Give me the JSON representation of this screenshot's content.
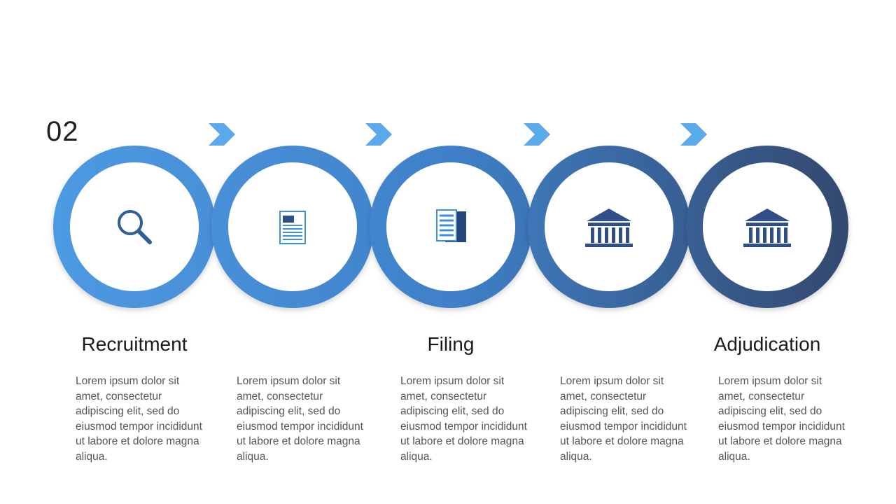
{
  "slide_number": "02",
  "stages": [
    {
      "title": "Recruitment",
      "icon": "magnifier-icon",
      "body": "Lorem ipsum dolor sit amet, consectetur adipiscing elit, sed do eiusmod tempor incididunt ut labore et dolore magna aliqua."
    },
    {
      "title": "",
      "icon": "document-icon",
      "body": "Lorem ipsum dolor sit amet, consectetur adipiscing elit, sed do eiusmod tempor incididunt ut labore et dolore magna aliqua."
    },
    {
      "title": "Filing",
      "icon": "file-stack-icon",
      "body": "Lorem ipsum dolor sit amet, consectetur adipiscing elit, sed do eiusmod tempor incididunt ut labore et dolore magna aliqua."
    },
    {
      "title": "",
      "icon": "courthouse-icon",
      "body": "Lorem ipsum dolor sit amet, consectetur adipiscing elit, sed do eiusmod tempor incididunt ut labore et dolore magna aliqua."
    },
    {
      "title": "Adjudication",
      "icon": "courthouse-icon",
      "body": "Lorem ipsum dolor sit amet, consectetur adipiscing elit, sed do eiusmod tempor incididunt ut labore et dolore magna aliqua."
    }
  ],
  "colors": {
    "ring_light": "#4a97df",
    "ring_dark": "#34507f",
    "arrow": "#5ba8ea",
    "icon_light": "#3e8fd8",
    "icon_dark": "#2f4f86"
  }
}
